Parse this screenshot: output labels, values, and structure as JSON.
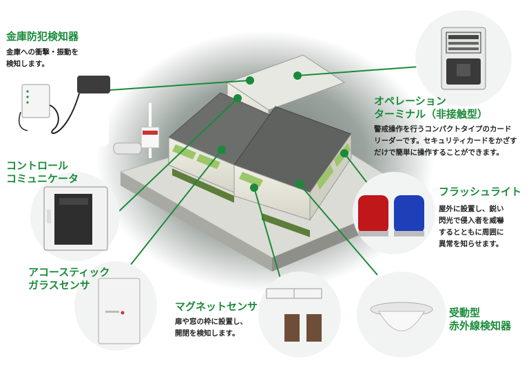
{
  "items": {
    "safe_detector": {
      "title": "金庫防犯検知器",
      "desc": "金庫への衝撃・振動を\n検知します。"
    },
    "operation_terminal": {
      "title": "オペレーション\nターミナル（非接触型）",
      "desc": "警戒操作を行うコンパクトタイプのカード\nリーダーです。セキュリティカードをかざす\nだけで簡単に操作することができます。"
    },
    "control_communicator": {
      "title": "コントロール\nコミュニケータ"
    },
    "flash_light": {
      "title": "フラッシュライト",
      "desc": "屋外に設置し、鋭い\n閃光で侵入者を威嚇\nするとともに周囲に\n異常を知らせます。"
    },
    "glass_sensor": {
      "title": "アコースティック\nガラスセンサ"
    },
    "magnet_sensor": {
      "title": "マグネットセンサ",
      "desc": "扉や窓の枠に設置し、\n開閉を検知します。"
    },
    "pir_detector": {
      "title": "受動型\n赤外線検知器"
    }
  },
  "colors": {
    "accent": "#1a8a3a",
    "line": "#1a8a3a",
    "circle_bg": "#f2f4f3"
  }
}
